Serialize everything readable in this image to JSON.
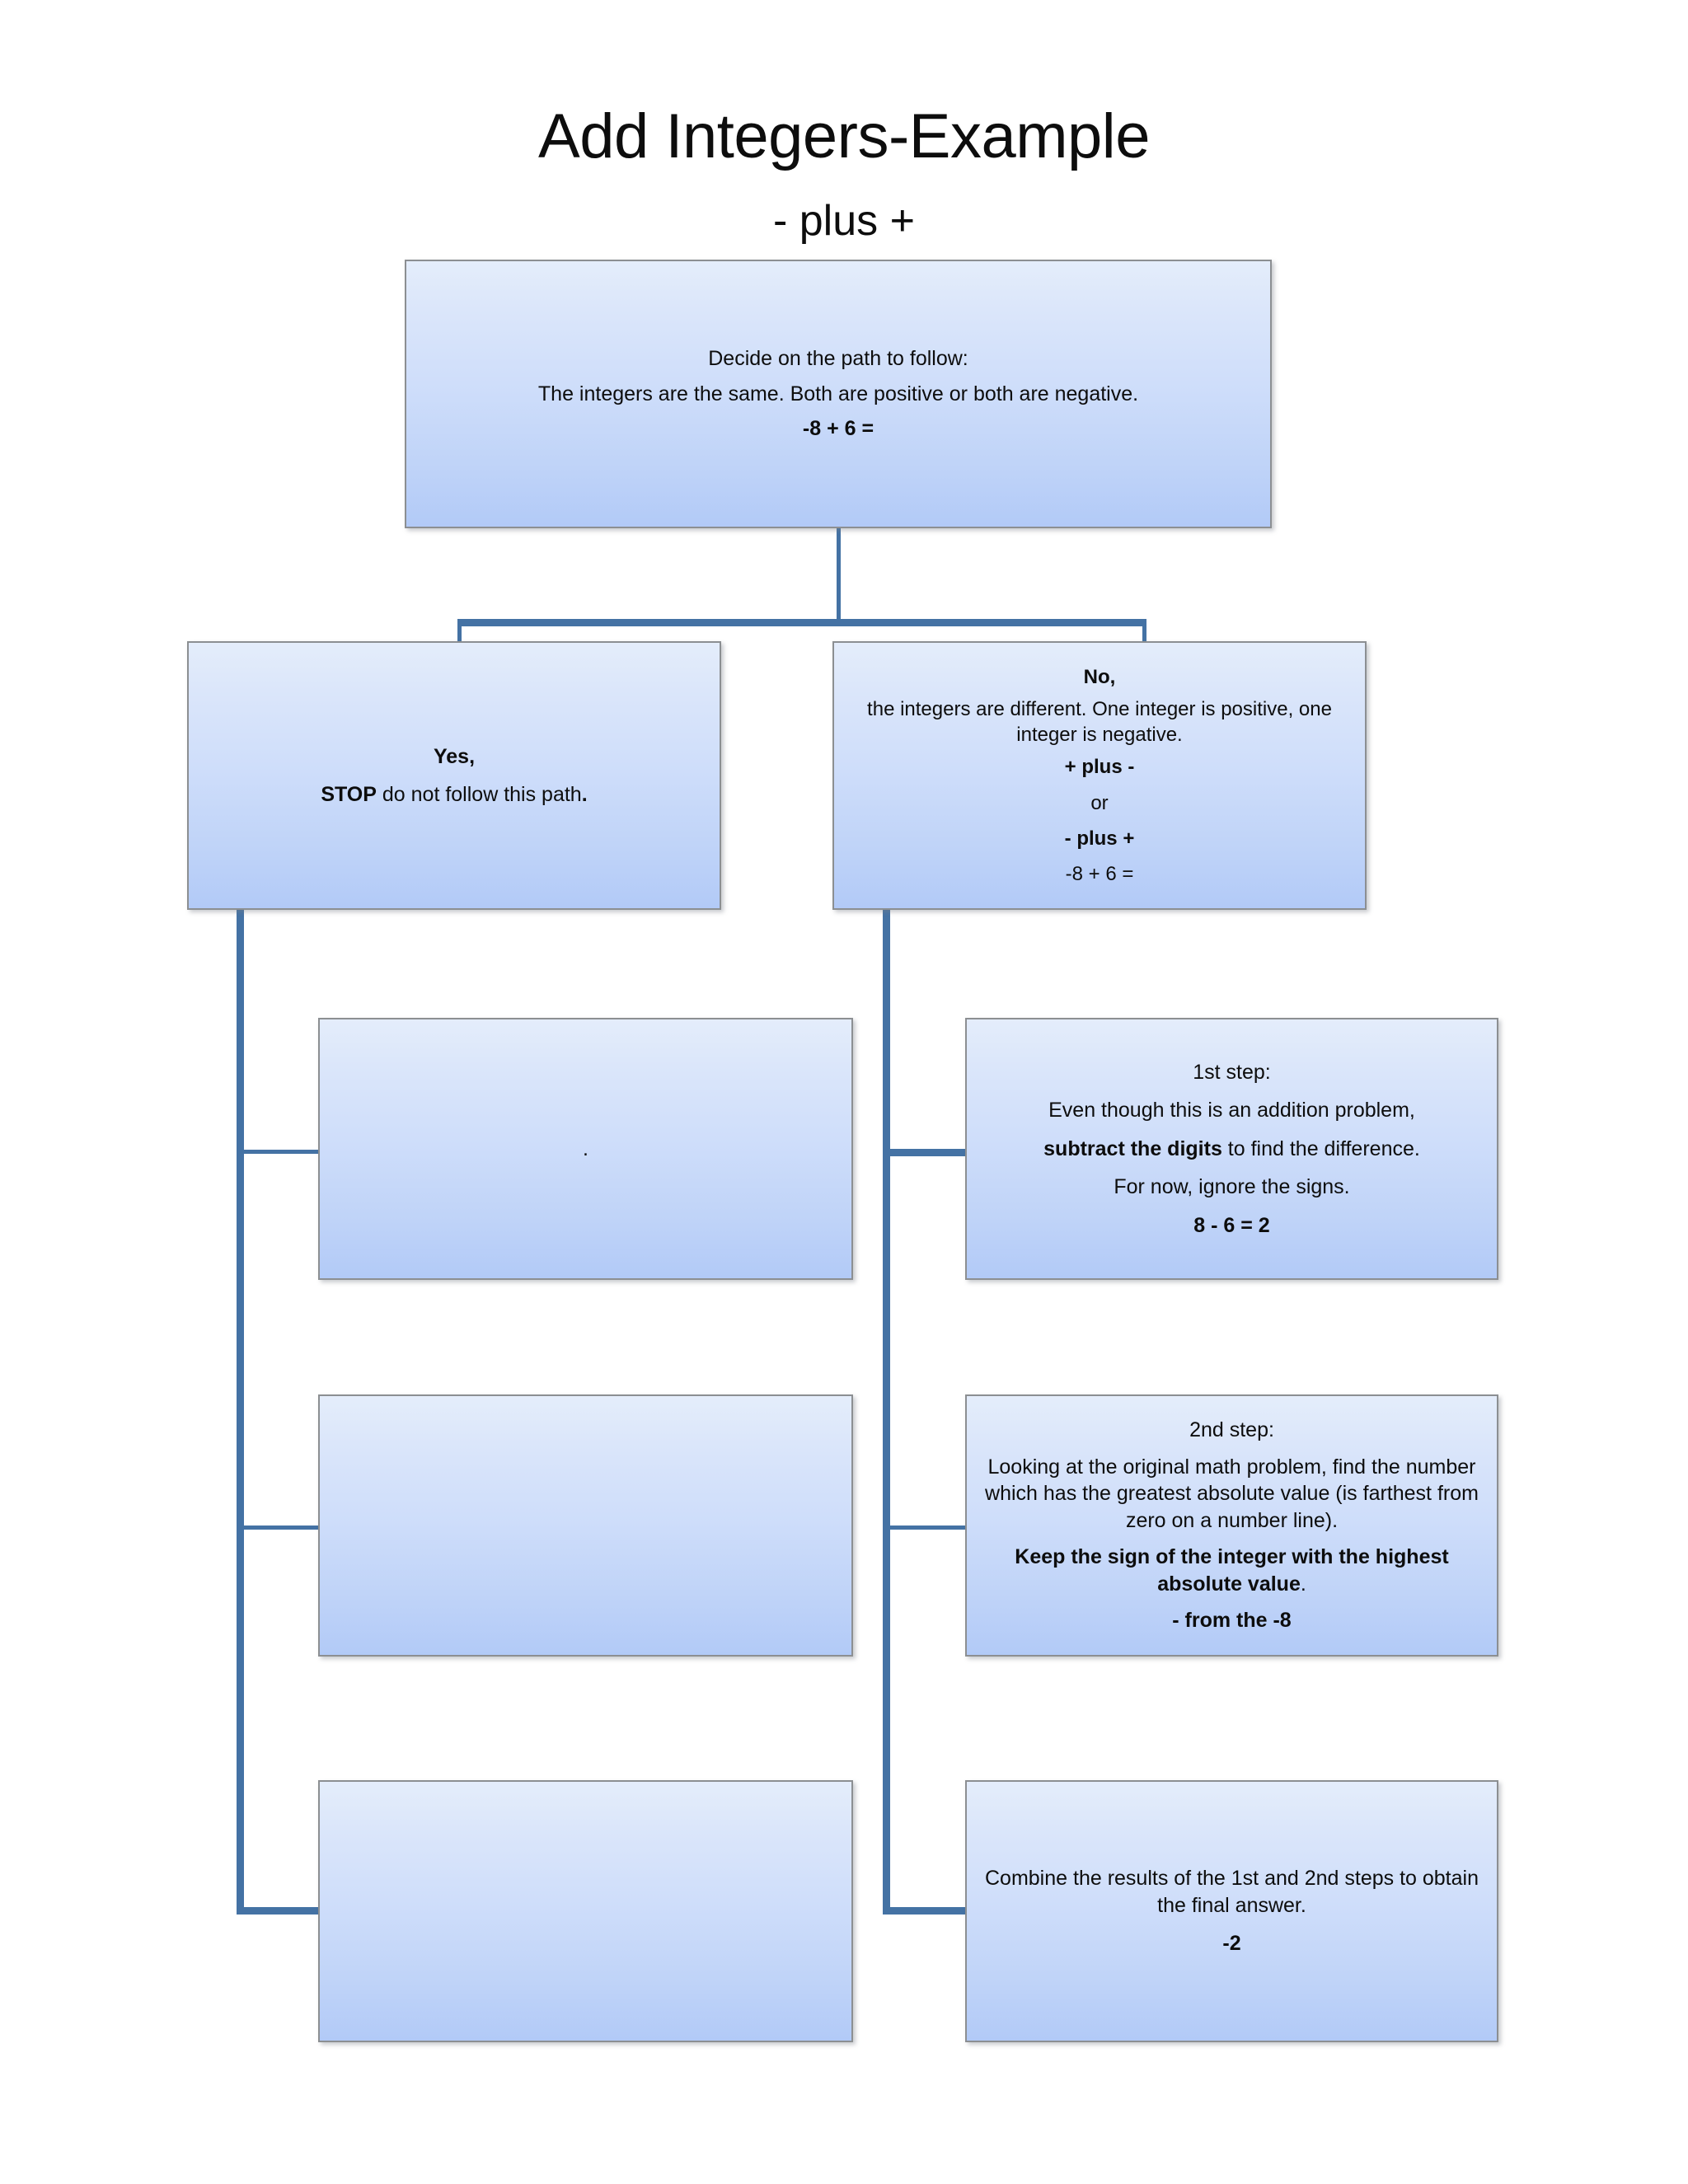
{
  "title": {
    "main": "Add Integers-Example",
    "sub": "- plus +"
  },
  "nodes": {
    "decide": {
      "line1": "Decide on the path to follow:",
      "line2": "The integers are the same. Both are positive or both are negative.",
      "line3": "-8 + 6 ="
    },
    "yes": {
      "line1": "Yes,",
      "line2_bold": "STOP",
      "line2_rest": " do not follow this  path",
      "line2_end": "."
    },
    "no": {
      "line1": "No,",
      "line2": "the integers are different. One integer is positive, one integer is negative.",
      "line3": "+ plus -",
      "line4": "or",
      "line5": "- plus +",
      "line6": "-8 + 6 ="
    },
    "left_1": {
      "content": "."
    },
    "left_2": {
      "content": ""
    },
    "left_3": {
      "content": ""
    },
    "step1": {
      "line1": "1st step:",
      "line2": "Even though this is an addition problem,",
      "line3_bold": "subtract the digits",
      "line3_rest": " to find the difference.",
      "line4": "For now, ignore the signs.",
      "line5": "8 - 6 = 2"
    },
    "step2": {
      "line1": "2nd step:",
      "line2": "Looking at the original math problem, find the number which has the greatest absolute value (is farthest from zero on a number line).",
      "line3_bold": "Keep the sign of the integer with the highest absolute value",
      "line3_end": ".",
      "line4": "- from the -8"
    },
    "final": {
      "line1": "Combine the results of the 1st and 2nd steps to obtain the final answer.",
      "line2": "-2"
    }
  },
  "colors": {
    "connector": "#4472a4",
    "box_border": "#8c8f92",
    "box_fill_top": "#e4edfb",
    "box_fill_bottom": "#b2caf7",
    "text": "#0d0d0d"
  }
}
